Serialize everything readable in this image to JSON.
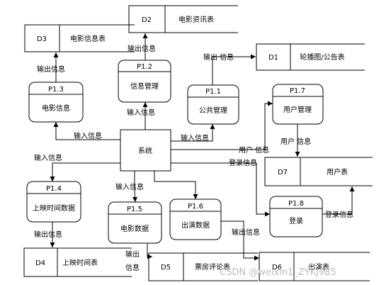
{
  "system_label": "系统",
  "processes": {
    "p12": {
      "id": "P1.2",
      "name": "信息管理"
    },
    "p13": {
      "id": "P1.3",
      "name": "电影信息"
    },
    "p11": {
      "id": "P1.1",
      "name": "公共管理"
    },
    "p17": {
      "id": "P1.7",
      "name": "用户管理"
    },
    "p14": {
      "id": "P1.4",
      "name": "上映时间数据"
    },
    "p15": {
      "id": "P1.5",
      "name": "电影数据"
    },
    "p16": {
      "id": "P1.6",
      "name": "出演数据"
    },
    "p18": {
      "id": "P1.8",
      "name": "登录"
    }
  },
  "stores": {
    "d1": {
      "id": "D1",
      "name": "轮播图/公告表"
    },
    "d2": {
      "id": "D2",
      "name": "电影资讯表"
    },
    "d3": {
      "id": "D3",
      "name": "电影信息表"
    },
    "d4": {
      "id": "D4",
      "name": "上映时间表"
    },
    "d5": {
      "id": "D5",
      "name": "票房评论表"
    },
    "d6": {
      "id": "D6",
      "name": "出演表"
    },
    "d7": {
      "id": "D7",
      "name": "用户表"
    }
  },
  "flows": {
    "out_p12_d2": "输出信息",
    "out_p13_d3": "输出信息",
    "out_p11_d1": "输出 信息",
    "in_sys_p12": "输入信息",
    "in_sys_p13": "输入信息",
    "in_sys_p11": "输入信息",
    "in_sys_p14": "输入信息",
    "in_sys_p15": "输入信息",
    "user_info_sys_p17": "用户 信息",
    "login_info_sys_p18": "登录信息",
    "user_info_p17_d7": "用户 信息",
    "out_p14_d4": "输出信息",
    "out_p15_d5_line1": "输出",
    "out_p15_d5_line2": "信息",
    "out_p16_d6": "输出信息",
    "login_info_p18_d7": "登录信息"
  },
  "watermark": "CSDN @weixin1_ZYKJ985"
}
